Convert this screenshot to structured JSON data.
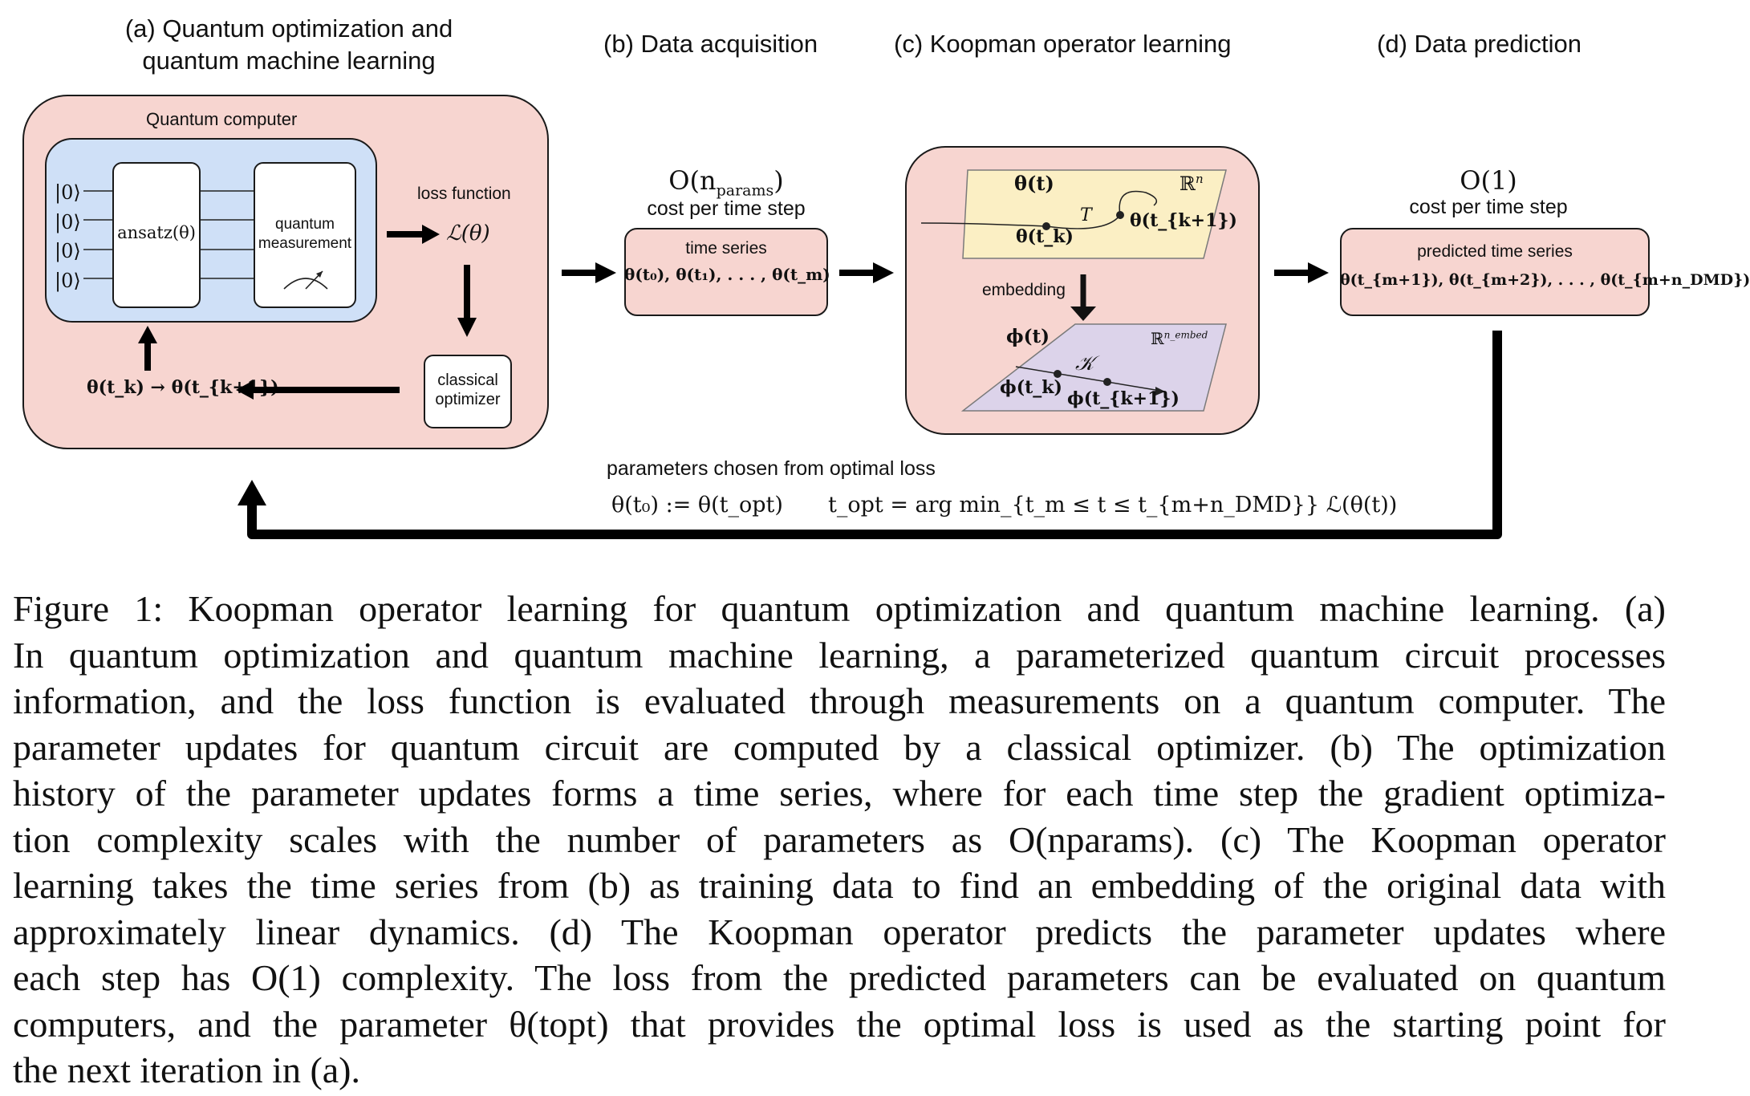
{
  "panels": {
    "a_title_line1": "(a) Quantum optimization and",
    "a_title_line2": "quantum machine learning",
    "b_title": "(b) Data acquisition",
    "c_title": "(c) Koopman operator learning",
    "d_title": "(d) Data prediction"
  },
  "quantum": {
    "computer_label": "Quantum computer",
    "kets": [
      "|0⟩",
      "|0⟩",
      "|0⟩",
      "|0⟩"
    ],
    "ansatz_label": "ansatz(θ)",
    "measurement_line1": "quantum",
    "measurement_line2": "measurement",
    "loss_label": "loss function",
    "loss_symbol": "ℒ(θ)",
    "optimizer_line1": "classical",
    "optimizer_line2": "optimizer",
    "update_label": "θ(t_k) → θ(t_{k+1})"
  },
  "acquisition": {
    "cost_big": "O(n",
    "cost_sub": "params",
    "cost_close": ")",
    "cost_label": "cost per time step",
    "series_label": "time series",
    "series_math": "θ(t₀), θ(t₁), . . . , θ(t_m)"
  },
  "koopman": {
    "theta_t": "θ(t)",
    "rn": "ℝ",
    "rn_sup": "n",
    "T": "T",
    "theta_tk": "θ(t_k)",
    "theta_tk1": "θ(t_{k+1})",
    "embedding_label": "embedding",
    "phi_t": "ϕ(t)",
    "rn_embed": "ℝ",
    "rn_embed_sup": "n_embed",
    "K": "𝒦",
    "phi_tk": "ϕ(t_k)",
    "phi_tk1": "ϕ(t_{k+1})"
  },
  "prediction": {
    "cost_big": "O(1)",
    "cost_label": "cost per time step",
    "series_label": "predicted time series",
    "series_math": "θ(t_{m+1}), θ(t_{m+2}), . . . , θ(t_{m+n_DMD})"
  },
  "feedback": {
    "label": "parameters chosen from optimal loss",
    "formula_left": "θ(t₀) := θ(t_opt)",
    "formula_right": "t_opt = arg min_{t_m ≤ t ≤ t_{m+n_DMD}} ℒ(θ(t))"
  },
  "colors": {
    "pink": "#f7d5d0",
    "blue": "#cfe0f7",
    "yellow": "#fbefc4",
    "lavender": "#dcd3ea"
  },
  "caption_lines": [
    "Figure 1: Koopman operator learning for quantum optimization and quantum machine learning. (a)",
    "In quantum optimization and quantum machine learning, a parameterized quantum circuit processes",
    "information, and the loss function is evaluated through measurements on a quantum computer. The",
    "parameter updates for quantum circuit are computed by a classical optimizer. (b) The optimization",
    "history of the parameter updates forms a time series, where for each time step the gradient optimiza-",
    "tion complexity scales with the number of parameters as O(nparams). (c) The Koopman operator",
    "learning takes the time series from (b) as training data to find an embedding of the original data with",
    "approximately linear dynamics. (d) The Koopman operator predicts the parameter updates where",
    "each step has O(1) complexity. The loss from the predicted parameters can be evaluated on quantum",
    "computers, and the parameter θ(topt) that provides the optimal loss is used as the starting point for",
    "the next iteration in (a)."
  ]
}
